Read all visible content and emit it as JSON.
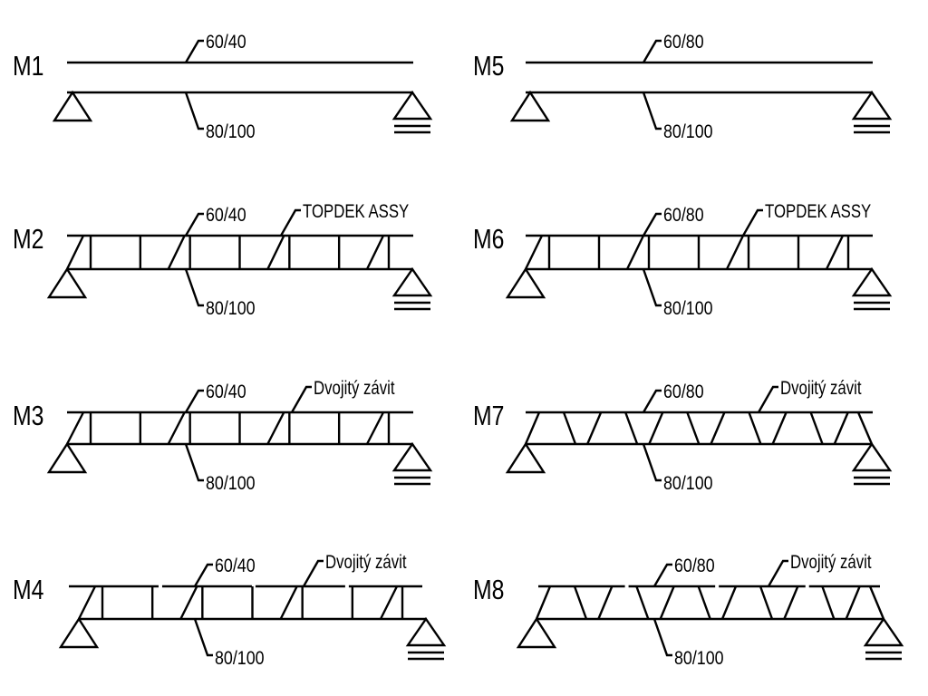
{
  "beams": [
    {
      "id": "M1",
      "top_label": "60/40",
      "bottom_label": "80/100",
      "web_label": null,
      "web": "none"
    },
    {
      "id": "M2",
      "top_label": "60/40",
      "bottom_label": "80/100",
      "web_label": "TOPDEK ASSY",
      "web": "vertical"
    },
    {
      "id": "M3",
      "top_label": "60/40",
      "bottom_label": "80/100",
      "web_label": "Dvojitý závit",
      "web": "vertical"
    },
    {
      "id": "M4",
      "top_label": "60/40",
      "bottom_label": "80/100",
      "web_label": "Dvojitý závit",
      "web": "vertical-split"
    },
    {
      "id": "M5",
      "top_label": "60/80",
      "bottom_label": "80/100",
      "web_label": null,
      "web": "none"
    },
    {
      "id": "M6",
      "top_label": "60/80",
      "bottom_label": "80/100",
      "web_label": "TOPDEK ASSY",
      "web": "vertical"
    },
    {
      "id": "M7",
      "top_label": "60/80",
      "bottom_label": "80/100",
      "web_label": "Dvojitý závit",
      "web": "warren"
    },
    {
      "id": "M8",
      "top_label": "60/80",
      "bottom_label": "80/100",
      "web_label": "Dvojitý závit",
      "web": "warren-split"
    }
  ],
  "colors": {
    "line": "#000000",
    "background": "#ffffff"
  }
}
